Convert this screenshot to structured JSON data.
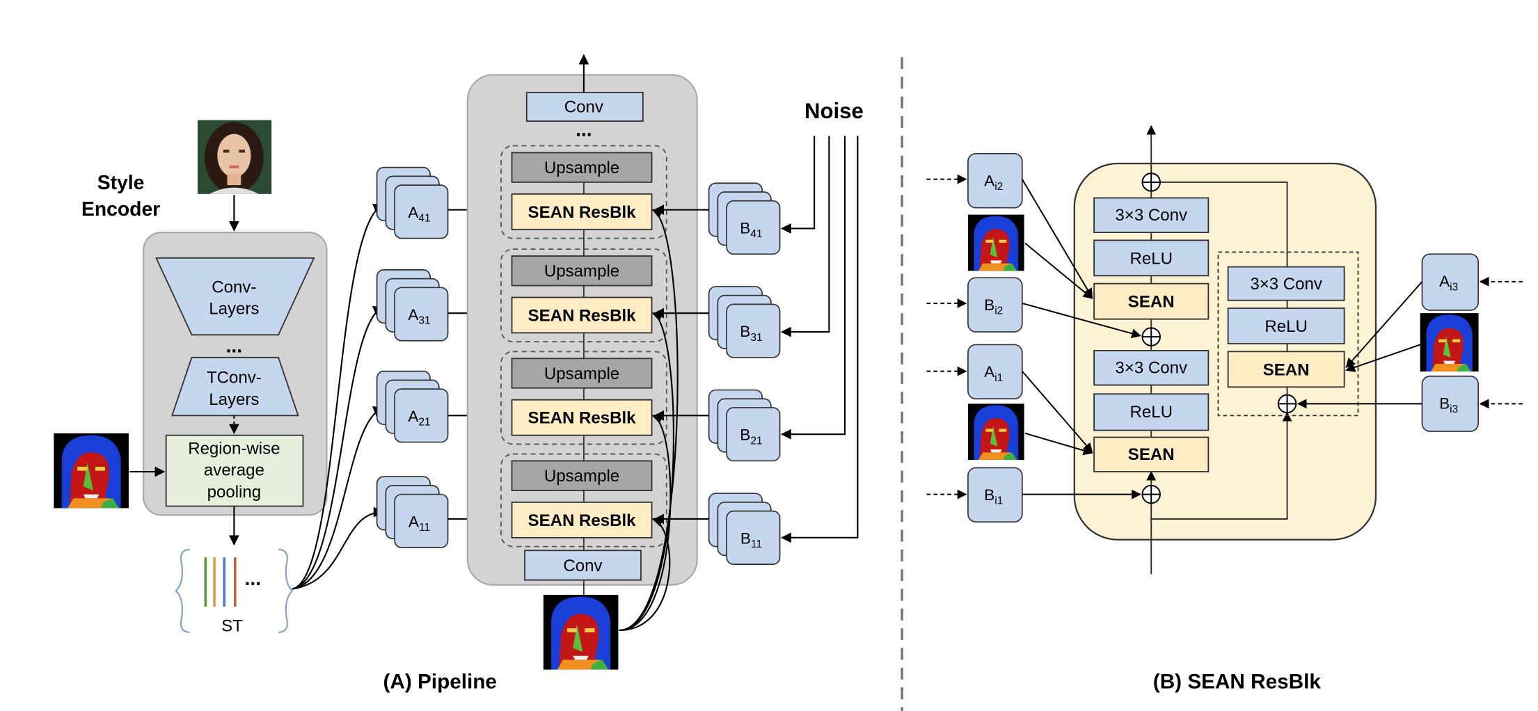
{
  "pipeline": {
    "caption": "(A) Pipeline",
    "style_encoder": {
      "title_line1": "Style",
      "title_line2": "Encoder",
      "conv_line1": "Conv-",
      "conv_line2": "Layers",
      "ellipsis": "...",
      "tconv_line1": "TConv-",
      "tconv_line2": "Layers",
      "pool_line1": "Region-wise",
      "pool_line2": "average",
      "pool_line3": "pooling"
    },
    "st": {
      "label": "ST",
      "ellipsis": "..."
    },
    "generator": {
      "top_conv": "Conv",
      "ellipsis": "...",
      "upsample": "Upsample",
      "resblk": "SEAN ResBlk",
      "bottom_conv": "Conv"
    },
    "a_blocks": [
      {
        "main": "A",
        "sub": "41"
      },
      {
        "main": "A",
        "sub": "31"
      },
      {
        "main": "A",
        "sub": "21"
      },
      {
        "main": "A",
        "sub": "11"
      }
    ],
    "b_blocks": [
      {
        "main": "B",
        "sub": "41"
      },
      {
        "main": "B",
        "sub": "31"
      },
      {
        "main": "B",
        "sub": "21"
      },
      {
        "main": "B",
        "sub": "11"
      }
    ],
    "noise_label": "Noise"
  },
  "resblk": {
    "caption": "(B) SEAN ResBlk",
    "conv": "3×3 Conv",
    "relu": "ReLU",
    "sean": "SEAN",
    "inputs": {
      "a_i2": {
        "main": "A",
        "sub": "i2"
      },
      "b_i2": {
        "main": "B",
        "sub": "i2"
      },
      "a_i1": {
        "main": "A",
        "sub": "i1"
      },
      "b_i1": {
        "main": "B",
        "sub": "i1"
      },
      "a_i3": {
        "main": "A",
        "sub": "i3"
      },
      "b_i3": {
        "main": "B",
        "sub": "i3"
      }
    }
  },
  "colors": {
    "blue_fill": "#c5d7ee",
    "yellow_fill": "#fdecc4",
    "gray_fill": "#a6a6a6",
    "panel_gray": "#d4d2d3",
    "resblk_bg": "#fdf2d3",
    "pool_fill": "#e6efdc"
  }
}
